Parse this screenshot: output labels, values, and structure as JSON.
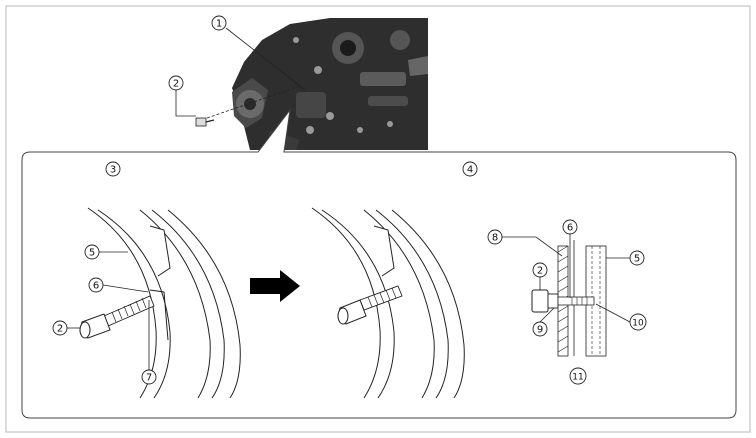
{
  "callouts": {
    "c1": "1",
    "c2_top": "2",
    "c3": "3",
    "c4": "4",
    "c5_left": "5",
    "c6_left": "6",
    "c2_left": "2",
    "c7": "7",
    "c8": "8",
    "c6_right": "6",
    "c5_right": "5",
    "c2_right": "2",
    "c9": "9",
    "c10": "10",
    "c11": "11"
  },
  "colors": {
    "frame": "#b9b9b9",
    "panel_border": "#444444",
    "engine_dark": "#2e2e2e",
    "arrow": "#000000"
  },
  "icons": {
    "direction_arrow": "right-arrow-icon"
  }
}
